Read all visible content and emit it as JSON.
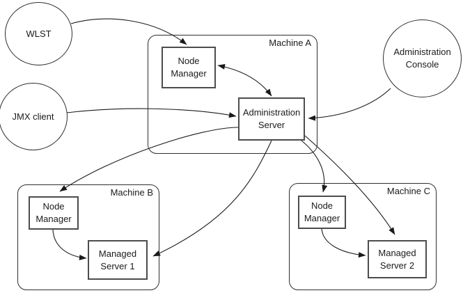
{
  "diagram": {
    "description": "WebLogic Node Manager architecture diagram",
    "colors": {
      "background": "#ffffff",
      "line": "#1a1a1a",
      "box_border": "#4c4c4c",
      "container_border": "#2e2e2e",
      "text": "#1a1a1a"
    },
    "nodes": {
      "wlst": {
        "label": "WLST"
      },
      "jmx_client": {
        "label": "JMX client"
      },
      "admin_console": {
        "label": "Administration\nConsole"
      },
      "machine_a": {
        "label": "Machine A"
      },
      "node_manager_a": {
        "label": "Node\nManager"
      },
      "admin_server": {
        "label": "Administration\nServer"
      },
      "machine_b": {
        "label": "Machine B"
      },
      "node_manager_b": {
        "label": "Node\nManager"
      },
      "managed_server_1": {
        "label": "Managed\nServer 1"
      },
      "machine_c": {
        "label": "Machine C"
      },
      "node_manager_c": {
        "label": "Node\nManager"
      },
      "managed_server_2": {
        "label": "Managed\nServer 2"
      }
    },
    "connections": [
      {
        "from": "WLST",
        "to": "Node Manager (Machine A)",
        "type": "arrow"
      },
      {
        "from": "JMX client",
        "to": "Administration Server",
        "type": "arrow"
      },
      {
        "from": "Administration Console",
        "to": "Administration Server",
        "type": "arrow"
      },
      {
        "from": "Node Manager (Machine A)",
        "to": "Administration Server",
        "type": "double-arrow"
      },
      {
        "from": "Administration Server",
        "to": "Node Manager (Machine B)",
        "type": "arrow"
      },
      {
        "from": "Administration Server",
        "to": "Managed Server 1",
        "type": "arrow"
      },
      {
        "from": "Administration Server",
        "to": "Node Manager (Machine C)",
        "type": "arrow"
      },
      {
        "from": "Administration Server",
        "to": "Managed Server 2",
        "type": "arrow"
      },
      {
        "from": "Node Manager (Machine B)",
        "to": "Managed Server 1",
        "type": "arrow"
      },
      {
        "from": "Node Manager (Machine C)",
        "to": "Managed Server 2",
        "type": "arrow"
      }
    ]
  }
}
